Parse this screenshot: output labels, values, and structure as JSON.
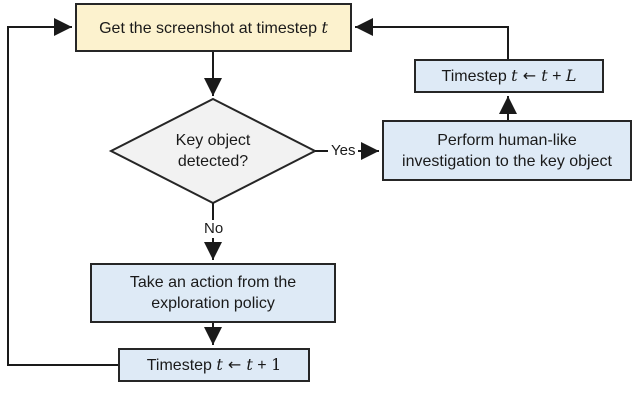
{
  "diagram": {
    "type": "flowchart",
    "nodes": {
      "get_screenshot": {
        "shape": "rect",
        "fill": "#FCF2CE",
        "segments": [
          "Get the screenshot at timestep ",
          "t"
        ]
      },
      "key_object_decision": {
        "shape": "diamond",
        "fill": "#F2F2F2",
        "lines": [
          "Key object",
          "detected?"
        ]
      },
      "timestep_L": {
        "shape": "rect",
        "fill": "#DEEAF6",
        "segments": [
          "Timestep ",
          "t",
          " ← ",
          "t",
          " + ",
          "L"
        ]
      },
      "perform_investigation": {
        "shape": "rect",
        "fill": "#DEEAF6",
        "lines": [
          "Perform human-like",
          "investigation to the key object"
        ]
      },
      "take_action": {
        "shape": "rect",
        "fill": "#DEEAF6",
        "lines": [
          "Take an action from the",
          "exploration policy"
        ]
      },
      "timestep_1": {
        "shape": "rect",
        "fill": "#DEEAF6",
        "segments": [
          "Timestep ",
          "t",
          " ← ",
          "t",
          " + ",
          "1"
        ]
      }
    },
    "edge_labels": {
      "yes": "Yes",
      "no": "No"
    },
    "colors": {
      "border": "#262626",
      "line": "#1a1a1a",
      "yellow_fill": "#FCF2CE",
      "blue_fill": "#DEEAF6",
      "gray_fill": "#F2F2F2"
    }
  }
}
